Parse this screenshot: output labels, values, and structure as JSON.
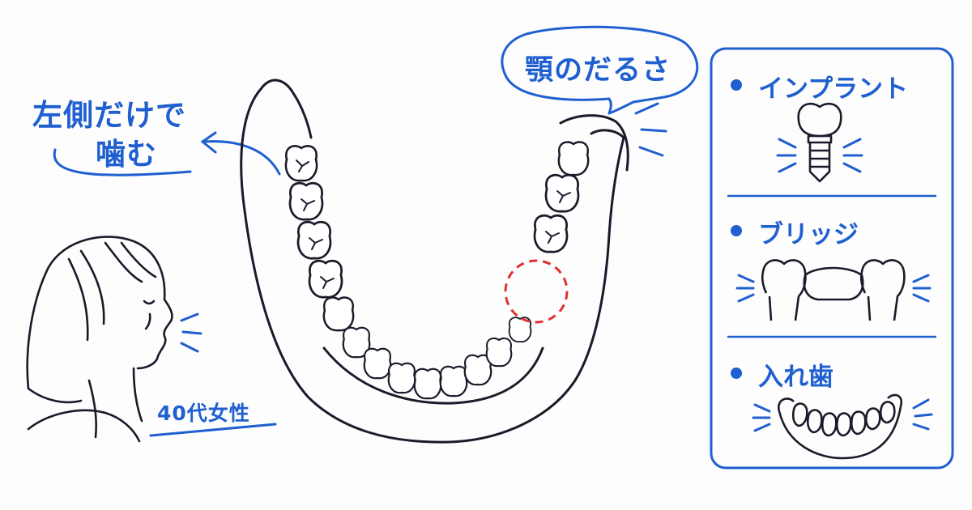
{
  "callout": {
    "line1": "左側だけで",
    "line2": "噛む"
  },
  "speech_bubble": {
    "text": "顎のだるさ"
  },
  "person": {
    "label": "40代女性",
    "icon": "woman-profile-icon"
  },
  "options": [
    {
      "label": "インプラント",
      "icon": "implant-icon"
    },
    {
      "label": "ブリッジ",
      "icon": "bridge-icon"
    },
    {
      "label": "入れ歯",
      "icon": "denture-icon"
    }
  ],
  "colors": {
    "accent": "#1f5fd0",
    "ink": "#1a1a2a",
    "missing_tooth_marker": "#e03030"
  }
}
